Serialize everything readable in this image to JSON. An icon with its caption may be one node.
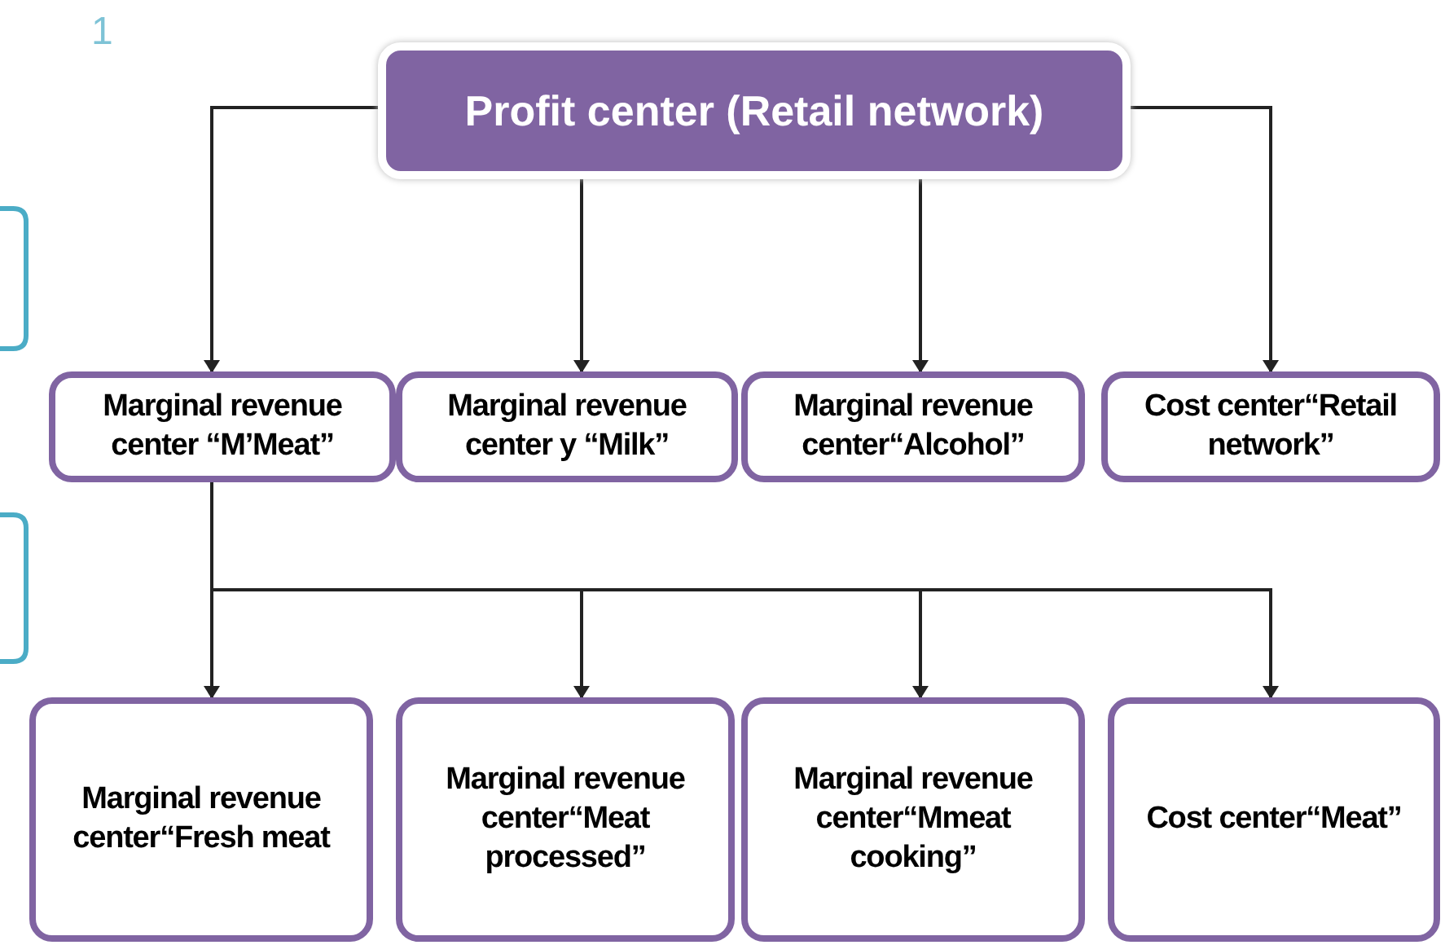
{
  "diagram": {
    "nodes": [
      {
        "text": [
          "Profit center (Retail network)"
        ]
      },
      {
        "text": [
          "Marginal revenue center “M’Meat”"
        ]
      },
      {
        "text": [
          "Marginal revenue center y “Milk”"
        ]
      },
      {
        "text": [
          "Marginal revenue center“Alcohol”"
        ]
      },
      {
        "text": [
          "Cost center“Retail network”"
        ]
      },
      {
        "text": [
          "Marginal revenue center“Fresh meat"
        ]
      },
      {
        "text": [
          "Marginal revenue center“Meat processed”"
        ]
      },
      {
        "text": [
          "Marginal revenue center“Mmeat cooking”"
        ]
      },
      {
        "text": [
          "Cost center“Meat”"
        ]
      }
    ],
    "edges": [
      {
        "from": 0,
        "to": 1,
        "arrow": "to"
      },
      {
        "from": 0,
        "to": 2,
        "arrow": "to"
      },
      {
        "from": 0,
        "to": 3,
        "arrow": "to"
      },
      {
        "from": 0,
        "to": 4,
        "arrow": "to"
      },
      {
        "from": 1,
        "to": 5,
        "arrow": "to"
      },
      {
        "from": 1,
        "to": 6,
        "arrow": "to"
      },
      {
        "from": 1,
        "to": 7,
        "arrow": "to"
      },
      {
        "from": 1,
        "to": 8,
        "arrow": "to"
      }
    ],
    "labels": [
      "1"
    ]
  }
}
